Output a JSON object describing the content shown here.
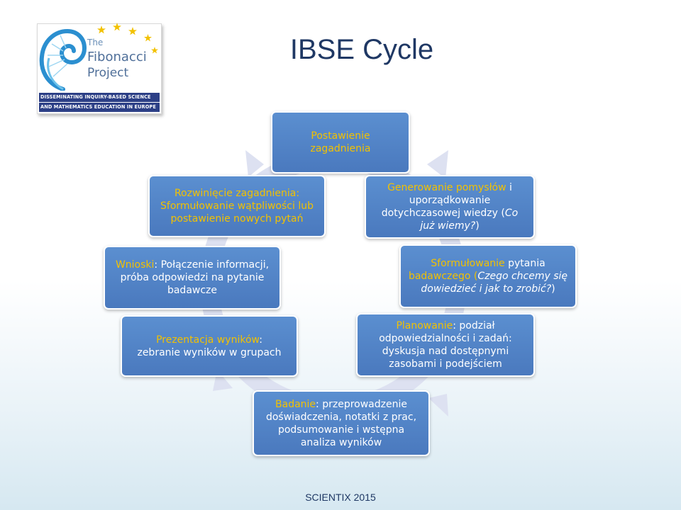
{
  "title": "IBSE Cycle",
  "footer": "SCIENTIX 2015",
  "logo": {
    "line1": "The",
    "line2": "Fibonacci",
    "line3": "Project",
    "band1": "DISSEMINATING INQUIRY-BASED SCIENCE",
    "band2": "AND MATHEMATICS EDUCATION IN EUROPE"
  },
  "colors": {
    "box_fill": "#4f81c7",
    "highlight": "#f2c100",
    "ring": "#dde1f1",
    "title": "#1f3864"
  },
  "steps": {
    "question": {
      "text": "Postawienie zagadnienia"
    },
    "ideas": {
      "a": "Generowanie pomysłów",
      "b": " i ",
      "c": "uporządkowanie dotychczasowej wiedzy (",
      "d": "Co już wiemy?",
      "e": ")"
    },
    "research_question": {
      "a": "Sformułowanie ",
      "b": "pytania",
      "c": " badawczego (",
      "d": "Czego chcemy się dowiedzieć i jak to zrobić?",
      "e": ")"
    },
    "planning": {
      "a": "Planowanie",
      "b": ": ",
      "c": "podział odpowiedzialności i zadań: dyskusja nad dostępnymi zasobami i podejściem"
    },
    "investigation": {
      "a": "Badanie",
      "b": ": ",
      "c": "przeprowadzenie doświadczenia, notatki z prac, podsumowanie i wstępna analiza  wyników"
    },
    "presentation": {
      "a": "Prezentacja wyników",
      "b": ":",
      "c": "zebranie wyników w grupach"
    },
    "conclusions": {
      "a": "Wnioski",
      "b": ": ",
      "c": "Połączenie informacji, próba odpowiedzi na pytanie badawcze"
    },
    "extension": {
      "a": "Rozwinięcie zagadnienia",
      "b": ":",
      "c": "Sformułowanie wątpliwości lub postawienie nowych pytań"
    }
  }
}
